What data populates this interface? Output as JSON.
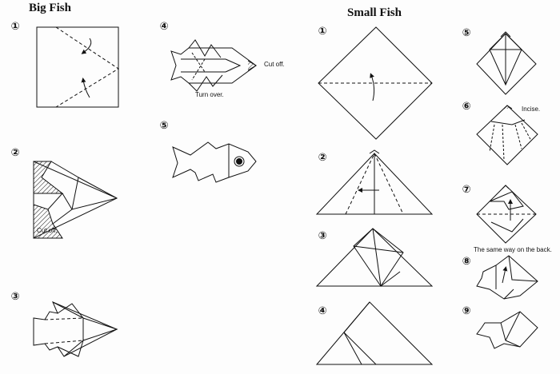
{
  "big_fish": {
    "title": "Big Fish",
    "steps": [
      "①",
      "②",
      "③",
      "④",
      "⑤"
    ],
    "notes": {
      "cut_off_step2": "Cut off.",
      "cut_off_step4": "Cut off.",
      "turn_over": "Turn over."
    }
  },
  "small_fish": {
    "title": "Small Fish",
    "steps": [
      "①",
      "②",
      "③",
      "④",
      "⑤",
      "⑥",
      "⑦",
      "⑧",
      "⑨"
    ],
    "notes": {
      "incise": "Incise.",
      "same_way": "The same way on the back."
    }
  }
}
